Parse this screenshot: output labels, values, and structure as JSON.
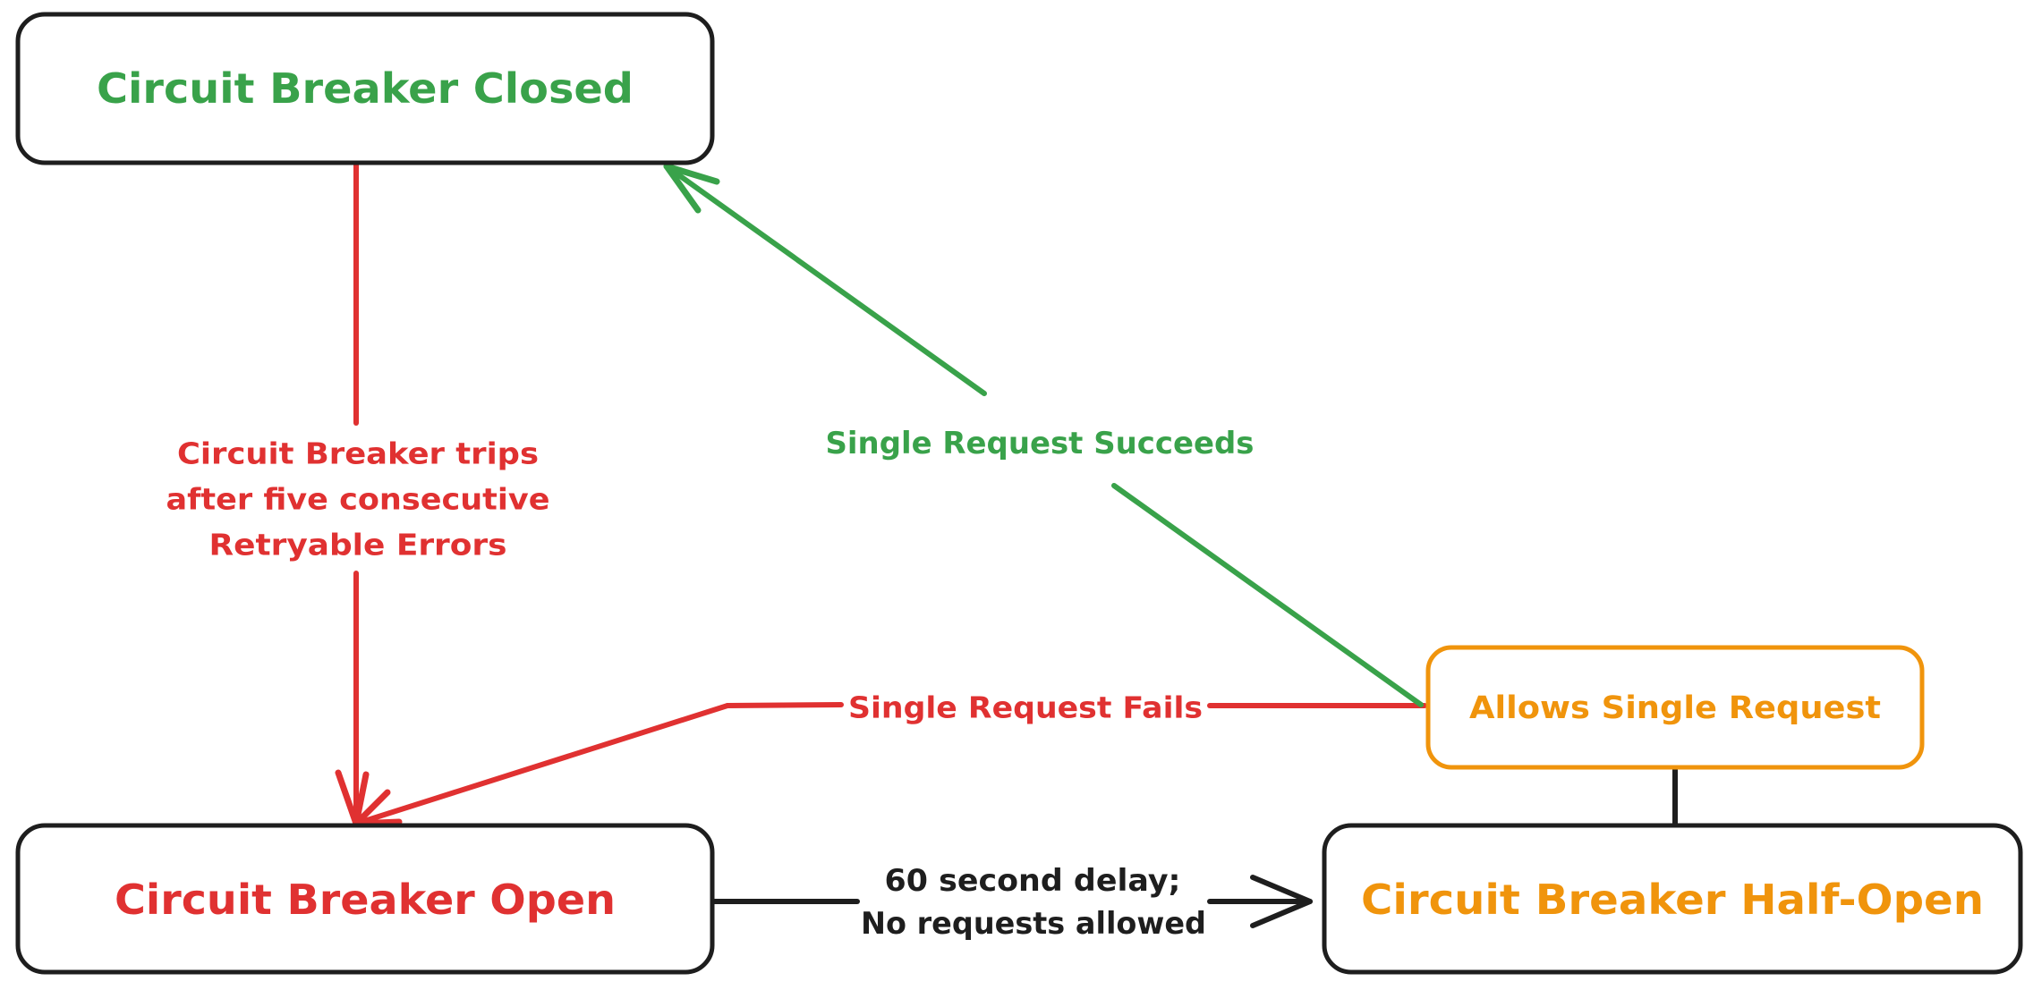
{
  "colors": {
    "green": "#39a24a",
    "red": "#e03131",
    "orange": "#f0940c",
    "ink": "#1e1e1e",
    "background": "#ffffff"
  },
  "nodes": {
    "closed": {
      "label": "Circuit Breaker Closed",
      "text_color": "#39a24a",
      "border_color": "#1e1e1e"
    },
    "open": {
      "label": "Circuit Breaker Open",
      "text_color": "#e03131",
      "border_color": "#1e1e1e"
    },
    "half_open": {
      "label": "Circuit Breaker Half-Open",
      "text_color": "#f0940c",
      "border_color": "#1e1e1e"
    },
    "allows": {
      "label": "Allows Single Request",
      "text_color": "#f0940c",
      "border_color": "#f0940c"
    }
  },
  "edges": {
    "trip": {
      "from": "closed",
      "to": "open",
      "color": "#e03131",
      "label_lines": [
        "Circuit Breaker trips",
        "after five consecutive",
        "Retryable Errors"
      ]
    },
    "succeeds": {
      "from": "allows",
      "to": "closed",
      "color": "#39a24a",
      "label": "Single Request Succeeds"
    },
    "fails": {
      "from": "allows",
      "to": "open",
      "color": "#e03131",
      "label": "Single Request Fails"
    },
    "delay": {
      "from": "open",
      "to": "half_open",
      "color": "#1e1e1e",
      "label_lines": [
        "60 second delay;",
        "No requests allowed"
      ]
    },
    "half_open_allows_link": {
      "from": "half_open",
      "to": "allows",
      "color": "#1e1e1e"
    }
  }
}
